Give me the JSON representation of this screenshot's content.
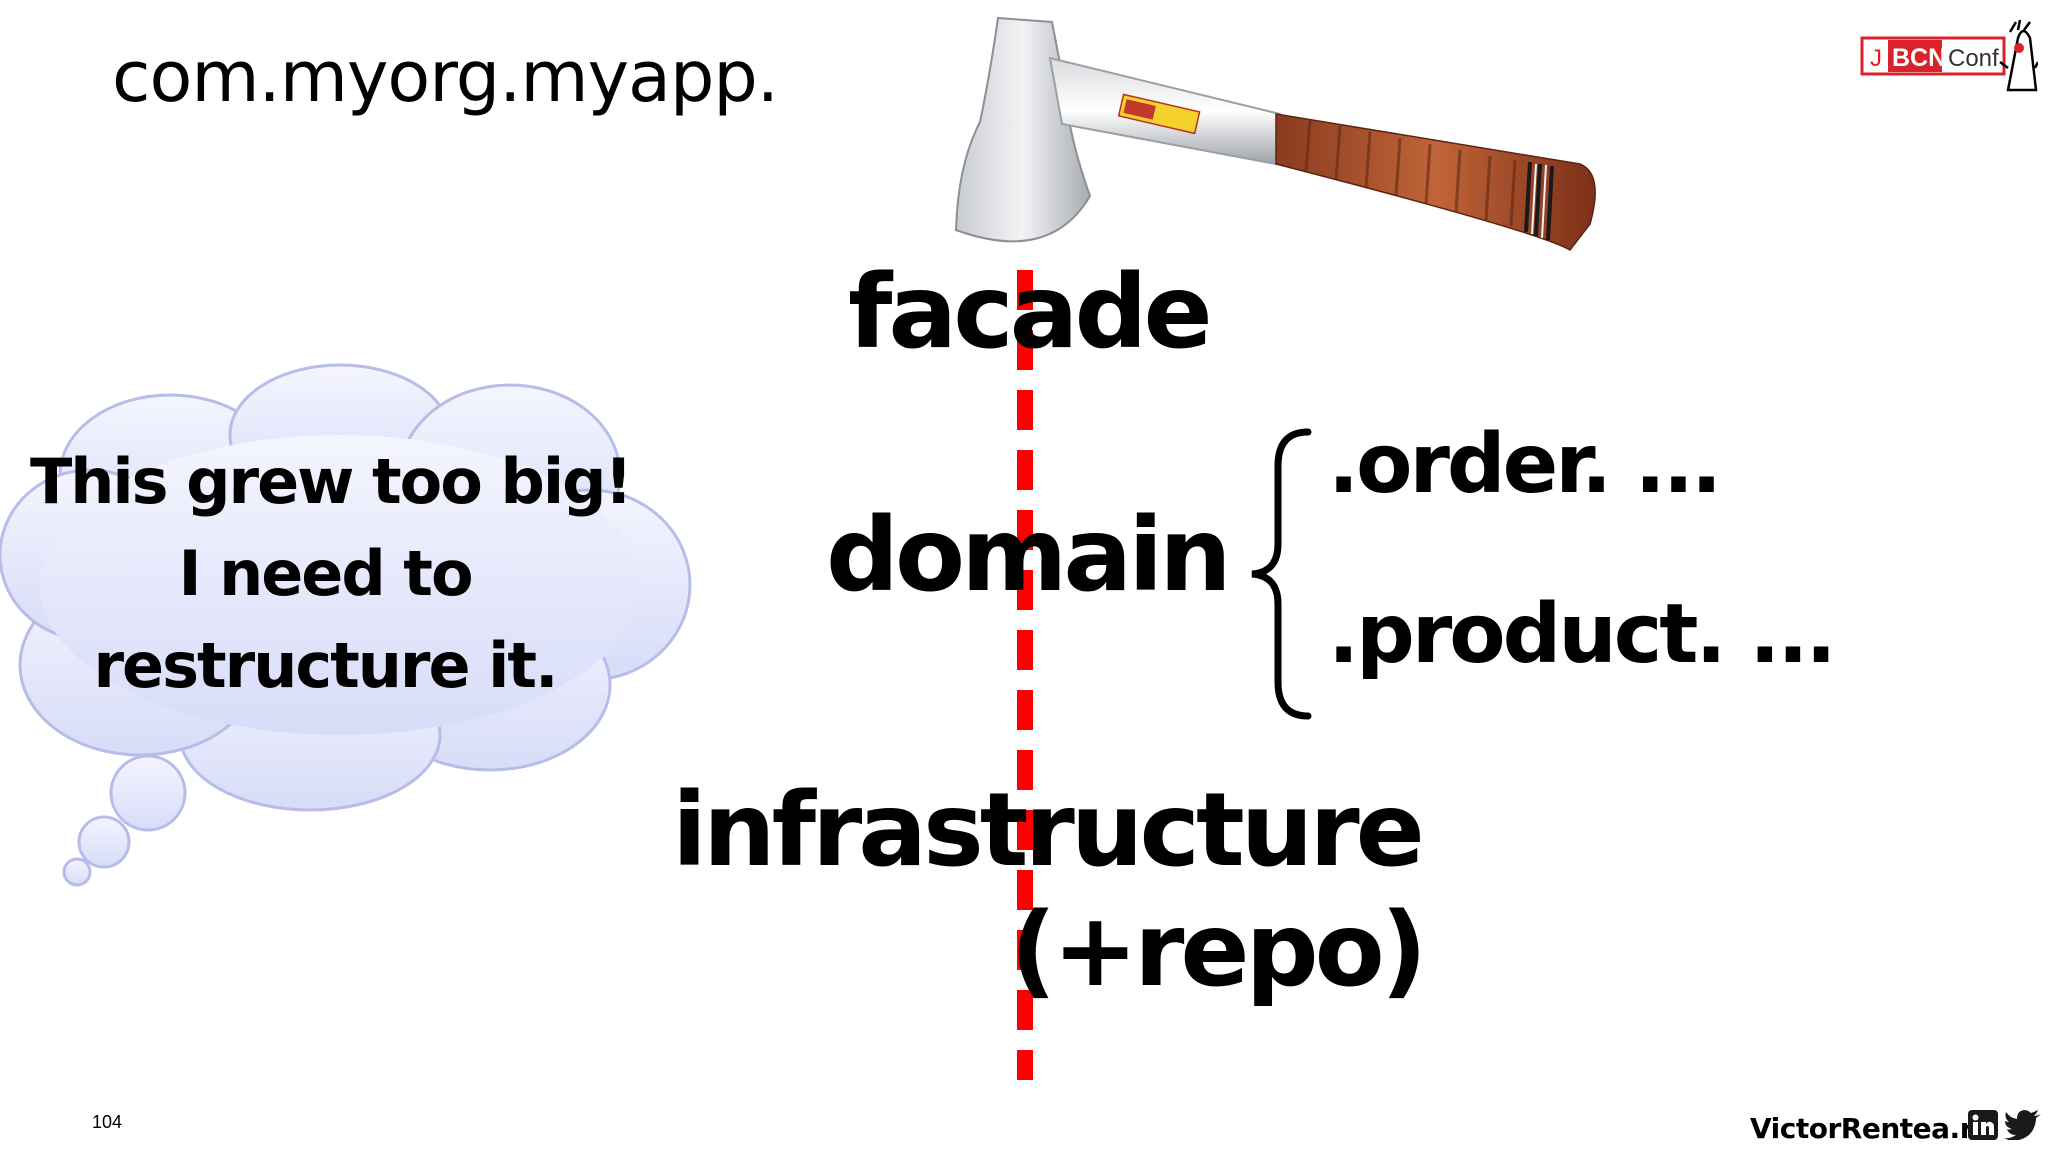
{
  "slide": {
    "title": "com.myorg.myapp.",
    "page_number": "104"
  },
  "layers": {
    "facade": "facade",
    "domain": "domain",
    "infrastructure": "infrastructure",
    "repo": "(+repo)"
  },
  "subpackages": {
    "order": ".order. ...",
    "product": ".product. ..."
  },
  "thought_bubble": {
    "line1": "This grew too big!",
    "line2": "I need to",
    "line3": "restructure it."
  },
  "logo": {
    "j": "J",
    "bcn": "BCN",
    "conf": "Conf",
    "brand_color": "#d8232a"
  },
  "footer": {
    "website": "VictorRentea.ro",
    "icons": [
      "linkedin-icon",
      "twitter-icon"
    ]
  },
  "colors": {
    "cut_line": "#ff0000",
    "cloud_fill": "#dfe3fa",
    "cloud_stroke": "#b7bde8"
  }
}
